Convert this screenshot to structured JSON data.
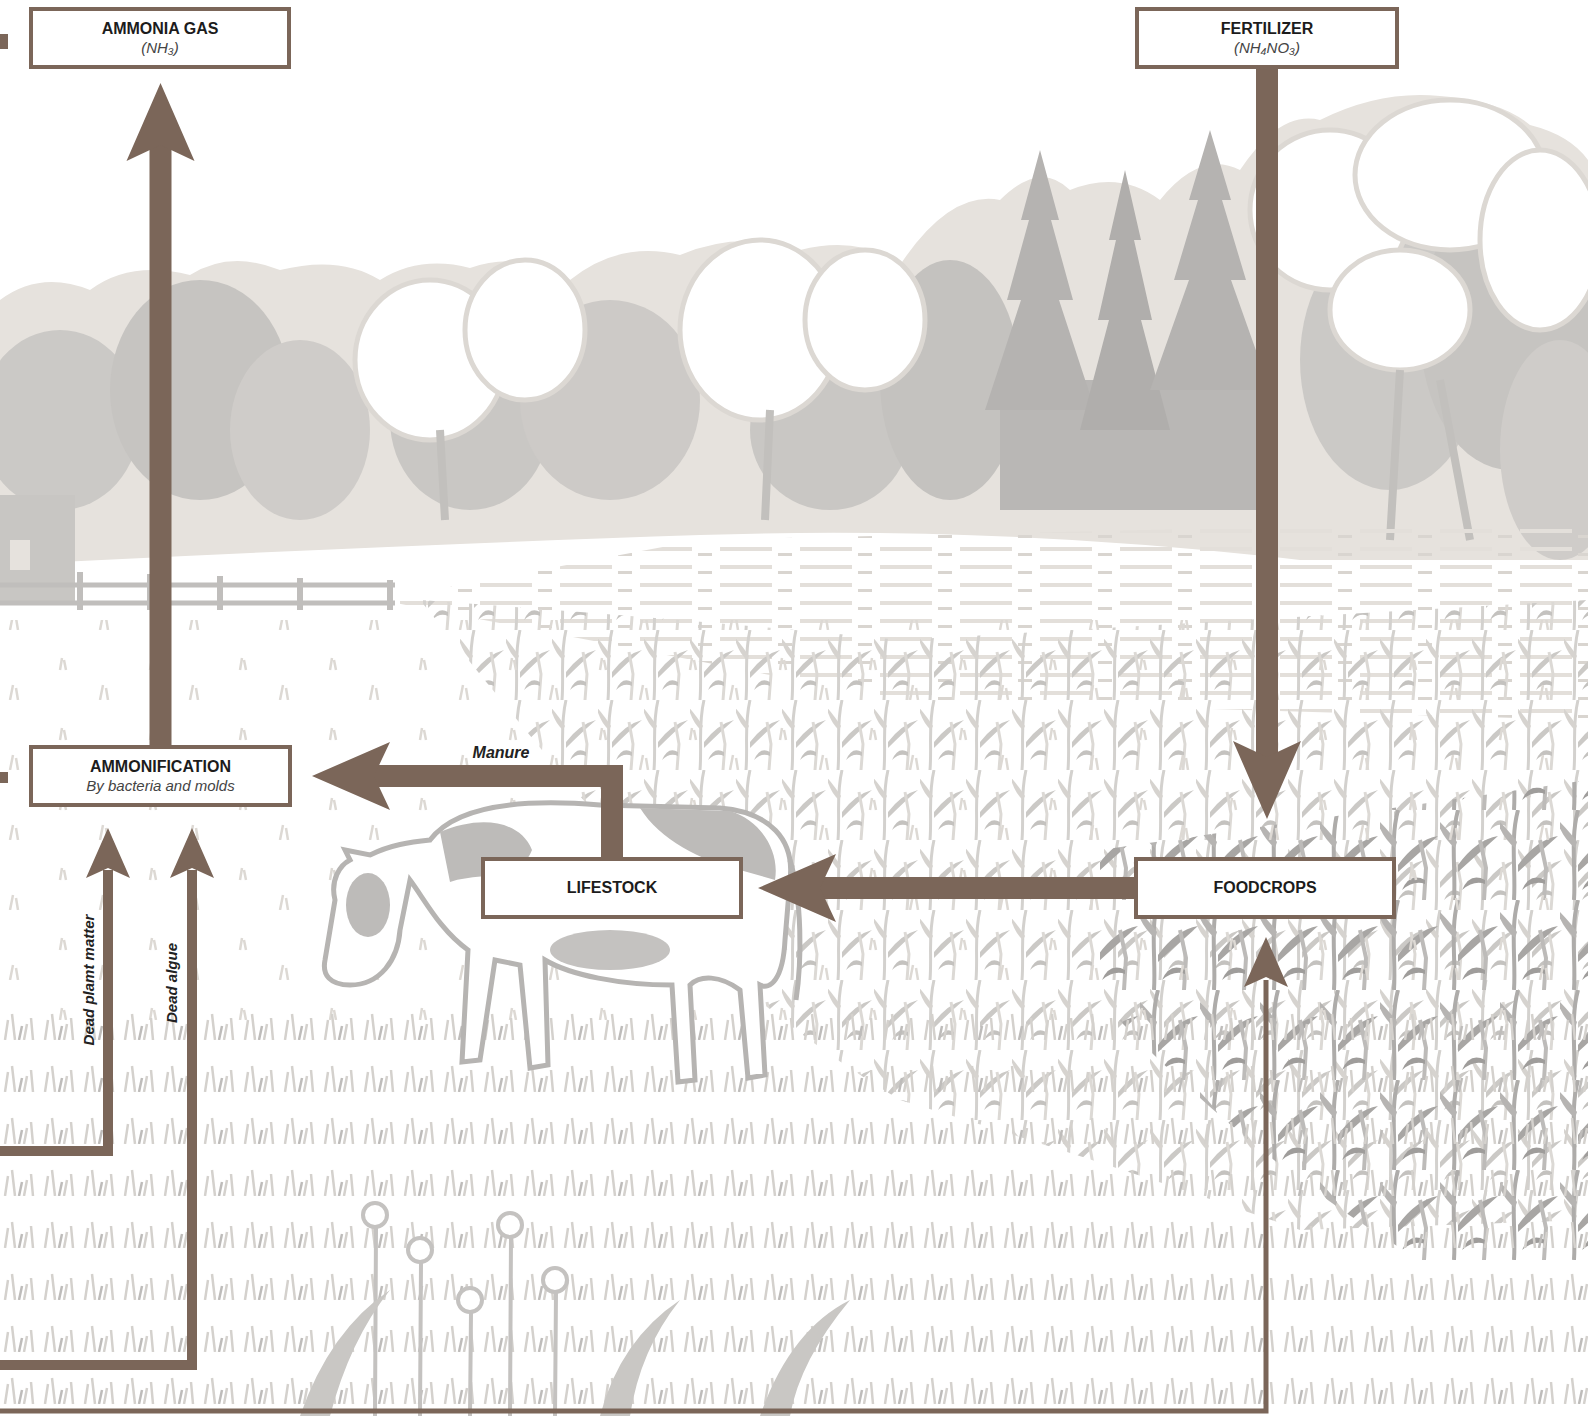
{
  "diagram": {
    "nodes": [
      {
        "text": [
          "AMMONIA GAS",
          "(NH₃)"
        ]
      },
      {
        "text": [
          "FERTILIZER",
          "(NH₄NO₃)"
        ]
      },
      {
        "text": [
          "AMMONIFICATION",
          "By bacteria and molds"
        ]
      },
      {
        "text": [
          "LIFESTOCK"
        ]
      },
      {
        "text": [
          "FOODCROPS"
        ]
      }
    ],
    "edges": [
      {
        "from": 2,
        "to": 0,
        "arrow": "to"
      },
      {
        "from": 1,
        "to": 4,
        "arrow": "to"
      },
      {
        "from": 4,
        "to": 3,
        "arrow": "to"
      },
      {
        "from": 3,
        "to": 2,
        "label": "Manure",
        "arrow": "to"
      }
    ],
    "labels": [
      "Dead plamt matter",
      "Dead algue"
    ]
  }
}
